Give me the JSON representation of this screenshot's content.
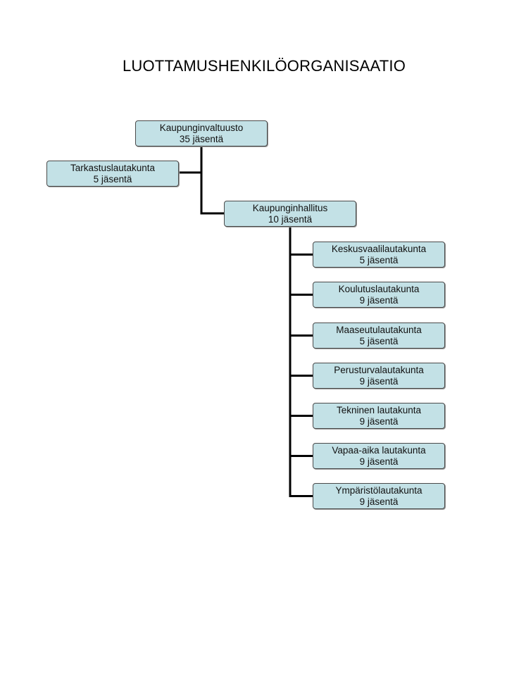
{
  "title": "LUOTTAMUSHENKILÖORGANISAATIO",
  "colors": {
    "box_fill": "#c3e1e6",
    "box_border": "#4a4a4a",
    "connector": "#000000"
  },
  "root": {
    "name": "Kaupunginvaltuusto",
    "members": "35 jäsentä"
  },
  "assistant": {
    "name": "Tarkastuslautakunta",
    "members": "5 jäsentä"
  },
  "board": {
    "name": "Kaupunginhallitus",
    "members": "10 jäsentä"
  },
  "committees": [
    {
      "name": "Keskusvaalilautakunta",
      "members": "5 jäsentä"
    },
    {
      "name": "Koulutuslautakunta",
      "members": "9 jäsentä"
    },
    {
      "name": "Maaseutulautakunta",
      "members": "5 jäsentä"
    },
    {
      "name": "Perusturvalautakunta",
      "members": "9 jäsentä"
    },
    {
      "name": "Tekninen lautakunta",
      "members": "9 jäsentä"
    },
    {
      "name": "Vapaa-aika lautakunta",
      "members": "9 jäsentä"
    },
    {
      "name": "Ympäristölautakunta",
      "members": "9 jäsentä"
    }
  ]
}
